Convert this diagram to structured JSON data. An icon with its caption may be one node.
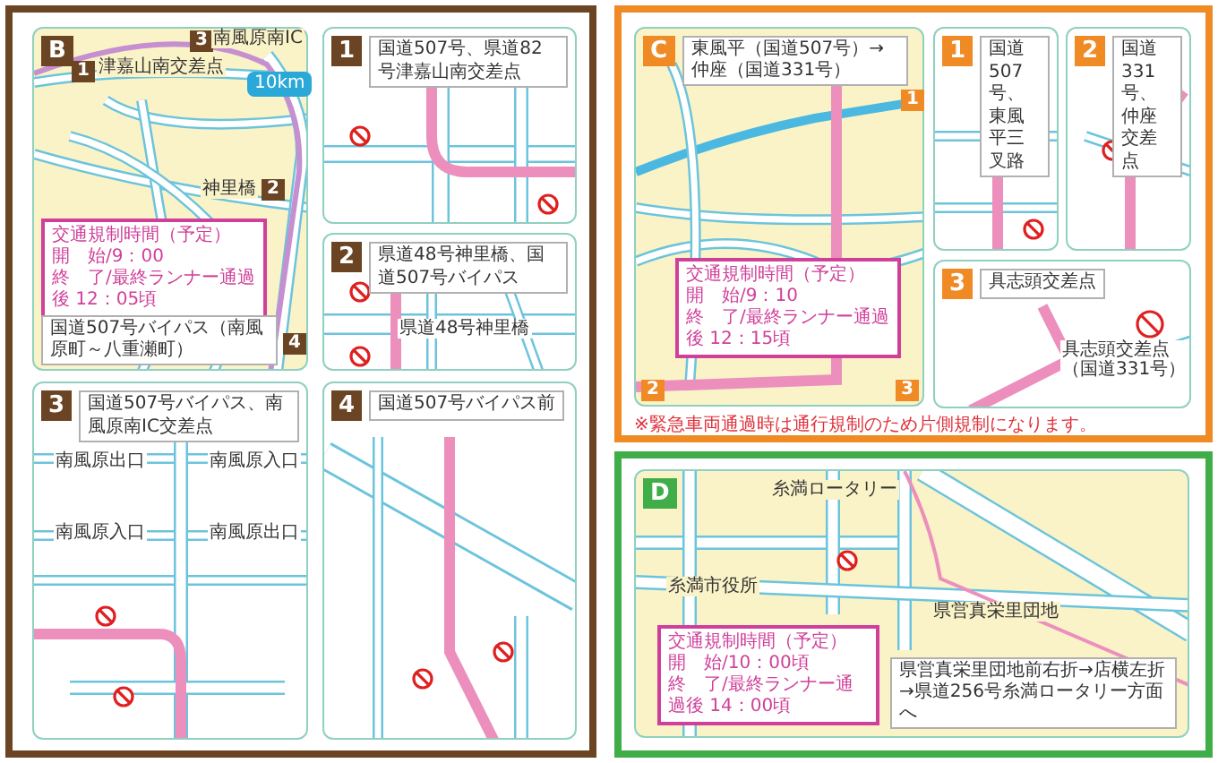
{
  "diagram": {
    "nodes": [
      {
        "text": [
          "B"
        ]
      },
      {
        "text": [
          "交通規制時間（予定）",
          "開　始/9：00",
          "終　了/最終ランナー通過後 12：05頃"
        ],
        "in": 0
      },
      {
        "text": [
          "国道507号バイパス（南風原町～八重瀬町）"
        ],
        "in": 0
      },
      {
        "text": [
          "1",
          "国道507号、県道82号津嘉山南交差点"
        ]
      },
      {
        "text": [
          "2",
          "県道48号神里橋、国道507号バイパス"
        ]
      },
      {
        "text": [
          "3",
          "国道507号バイパス、南風原南IC交差点"
        ]
      },
      {
        "text": [
          "4",
          "国道507号バイパス前"
        ]
      },
      {
        "text": [
          "C"
        ]
      },
      {
        "text": [
          "交通規制時間（予定）",
          "開　始/9：10",
          "終　了/最終ランナー通過後 12：15頃"
        ],
        "in": 7
      },
      {
        "text": [
          "1",
          "国道507号、東風平三叉路"
        ]
      },
      {
        "text": [
          "2",
          "国道331号、仲座交差点"
        ]
      },
      {
        "text": [
          "3",
          "具志頭交差点"
        ]
      },
      {
        "text": [
          "D"
        ]
      },
      {
        "text": [
          "交通規制時間（予定）",
          "開　始/10：00頃",
          "終　了/最終ランナー通過後 14：00頃"
        ],
        "in": 12
      },
      {
        "text": [
          "県営真栄里団地前右折→店横左折 →県道256号糸満ロータリー方面へ"
        ],
        "in": 12
      },
      {
        "text": [
          "東風平（国道507号）→仲座（国道331号）"
        ],
        "in": 7
      }
    ],
    "labels": [
      "1",
      "津嘉山南交差点",
      "3",
      "南風原南IC",
      "10km",
      "神里橋",
      "2",
      "4",
      "県道48号神里橋",
      "南風原出口",
      "南風原入口",
      "南風原入口",
      "南風原出口",
      "1",
      "2",
      "3",
      "具志頭交差点（国道331号）",
      "※緊急車両通過時は通行規制のため片側規制になります。",
      "糸満ロータリー",
      "糸満市役所",
      "県営真栄里団地"
    ]
  }
}
